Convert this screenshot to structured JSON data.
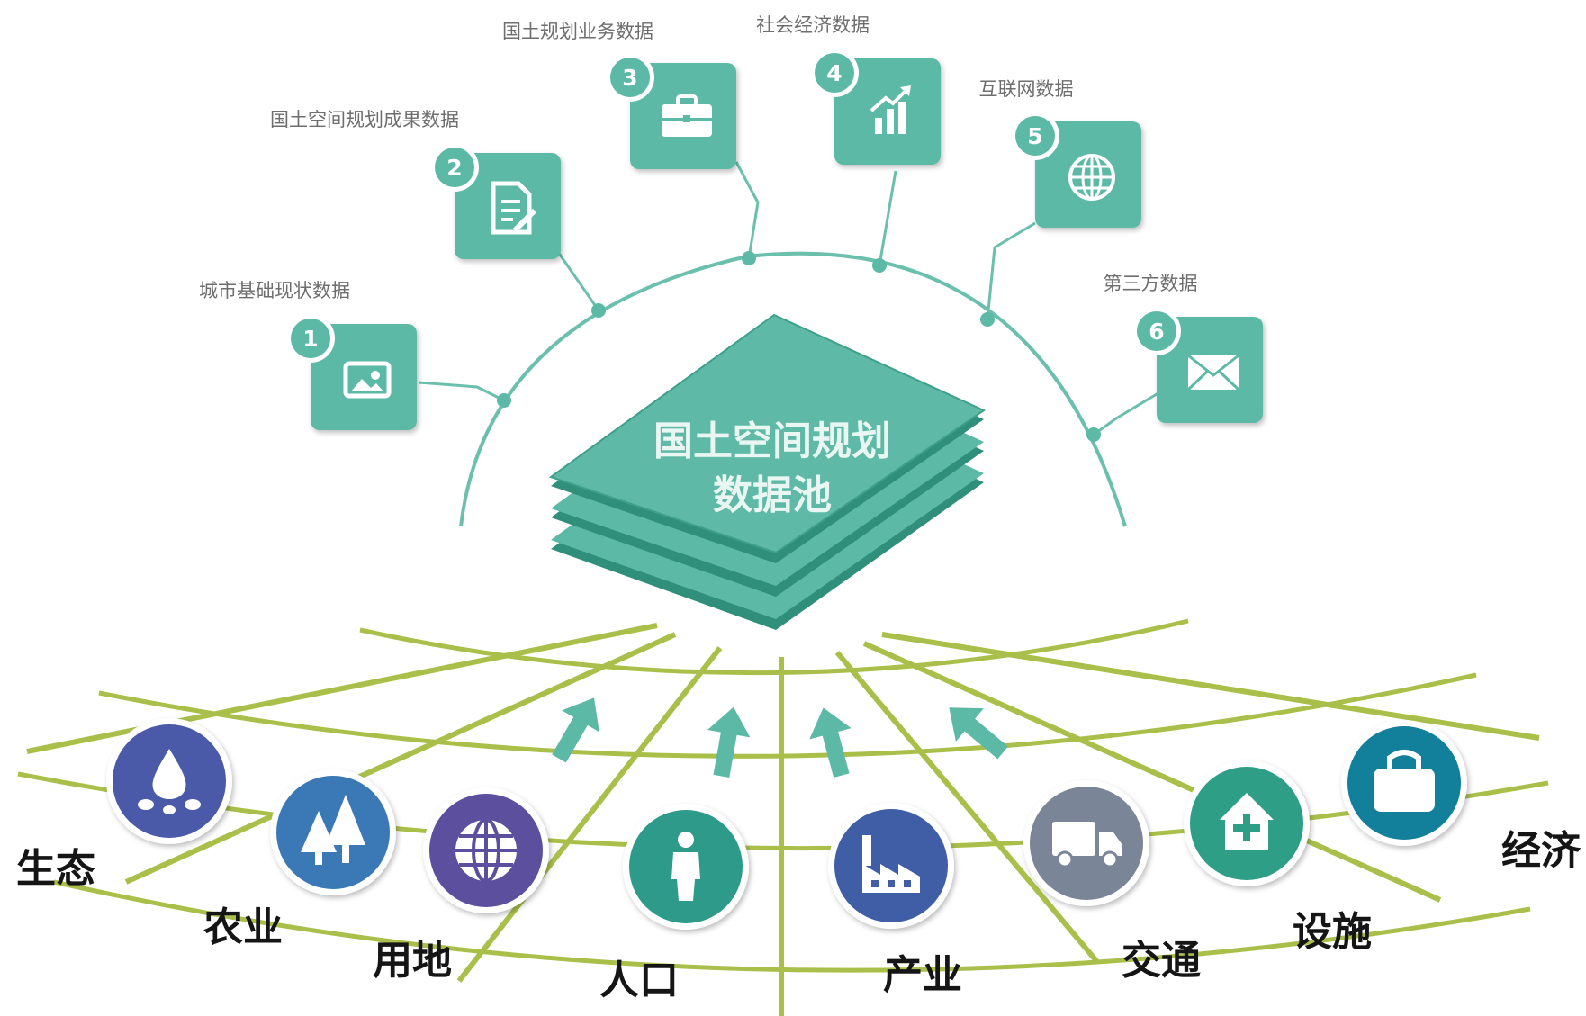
{
  "center": {
    "line1": "国土空间规划",
    "line2": "数据池"
  },
  "sources": [
    {
      "number": "1",
      "label": "城市基础现状数据",
      "icon": "image-icon"
    },
    {
      "number": "2",
      "label": "国土空间规划成果数据",
      "icon": "document-edit-icon"
    },
    {
      "number": "3",
      "label": "国土规划业务数据",
      "icon": "briefcase-icon"
    },
    {
      "number": "4",
      "label": "社会经济数据",
      "icon": "bar-chart-growth-icon"
    },
    {
      "number": "5",
      "label": "互联网数据",
      "icon": "globe-icon"
    },
    {
      "number": "6",
      "label": "第三方数据",
      "icon": "envelope-icon"
    }
  ],
  "categories": [
    {
      "label": "生态",
      "icon": "water-drop-icon",
      "color": "#4a5aa8"
    },
    {
      "label": "农业",
      "icon": "trees-icon",
      "color": "#3b79b6"
    },
    {
      "label": "用地",
      "icon": "globe-icon",
      "color": "#5b4f9e"
    },
    {
      "label": "人口",
      "icon": "person-icon",
      "color": "#2e9b8a"
    },
    {
      "label": "产业",
      "icon": "factory-icon",
      "color": "#3f5ea6"
    },
    {
      "label": "交通",
      "icon": "truck-icon",
      "color": "#7a8597"
    },
    {
      "label": "设施",
      "icon": "house-plus-icon",
      "color": "#2f9e86"
    },
    {
      "label": "经济",
      "icon": "bag-icon",
      "color": "#12809a"
    }
  ],
  "colors": {
    "teal": "#5bb9a5",
    "teal_dark": "#3e9f8a",
    "teal_side": "#2f8f7a",
    "grid": "#a9bf4a",
    "arc": "#6ac0ad"
  }
}
